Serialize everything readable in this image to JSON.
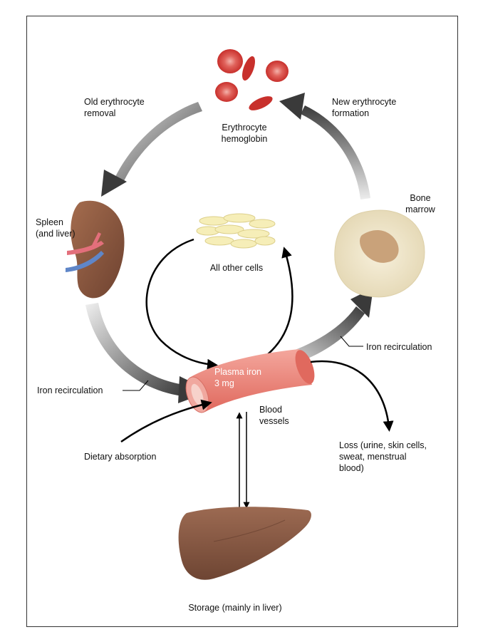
{
  "labels": {
    "erythrocyte": "Erythrocyte\nhemoglobin",
    "old_removal": "Old erythrocyte\nremoval",
    "new_formation": "New erythrocyte\nformation",
    "bone_marrow": "Bone\nmarrow",
    "spleen": "Spleen\n(and liver)",
    "other_cells": "All other cells",
    "iron_recirc_right": "Iron recirculation",
    "iron_recirc_left": "Iron recirculation",
    "plasma_iron": "Plasma iron\n3 mg",
    "blood_vessels": "Blood\nvessels",
    "dietary": "Dietary absorption",
    "loss": "Loss (urine, skin cells,\nsweat, menstrual\nblood)",
    "storage": "Storage (mainly in liver)"
  },
  "colors": {
    "frame": "#333333",
    "rbc": "#d8443f",
    "rbc_center": "#f1a9a2",
    "vessel": "#ef8a80",
    "vessel_inner": "#f6c1b9",
    "organ_brown": "#8a5a43",
    "marrow_outer": "#efe6cc",
    "marrow_inner": "#c9a27a",
    "cells_fill": "#f6eeb8",
    "arrow_dark": "#4a4a4a"
  }
}
